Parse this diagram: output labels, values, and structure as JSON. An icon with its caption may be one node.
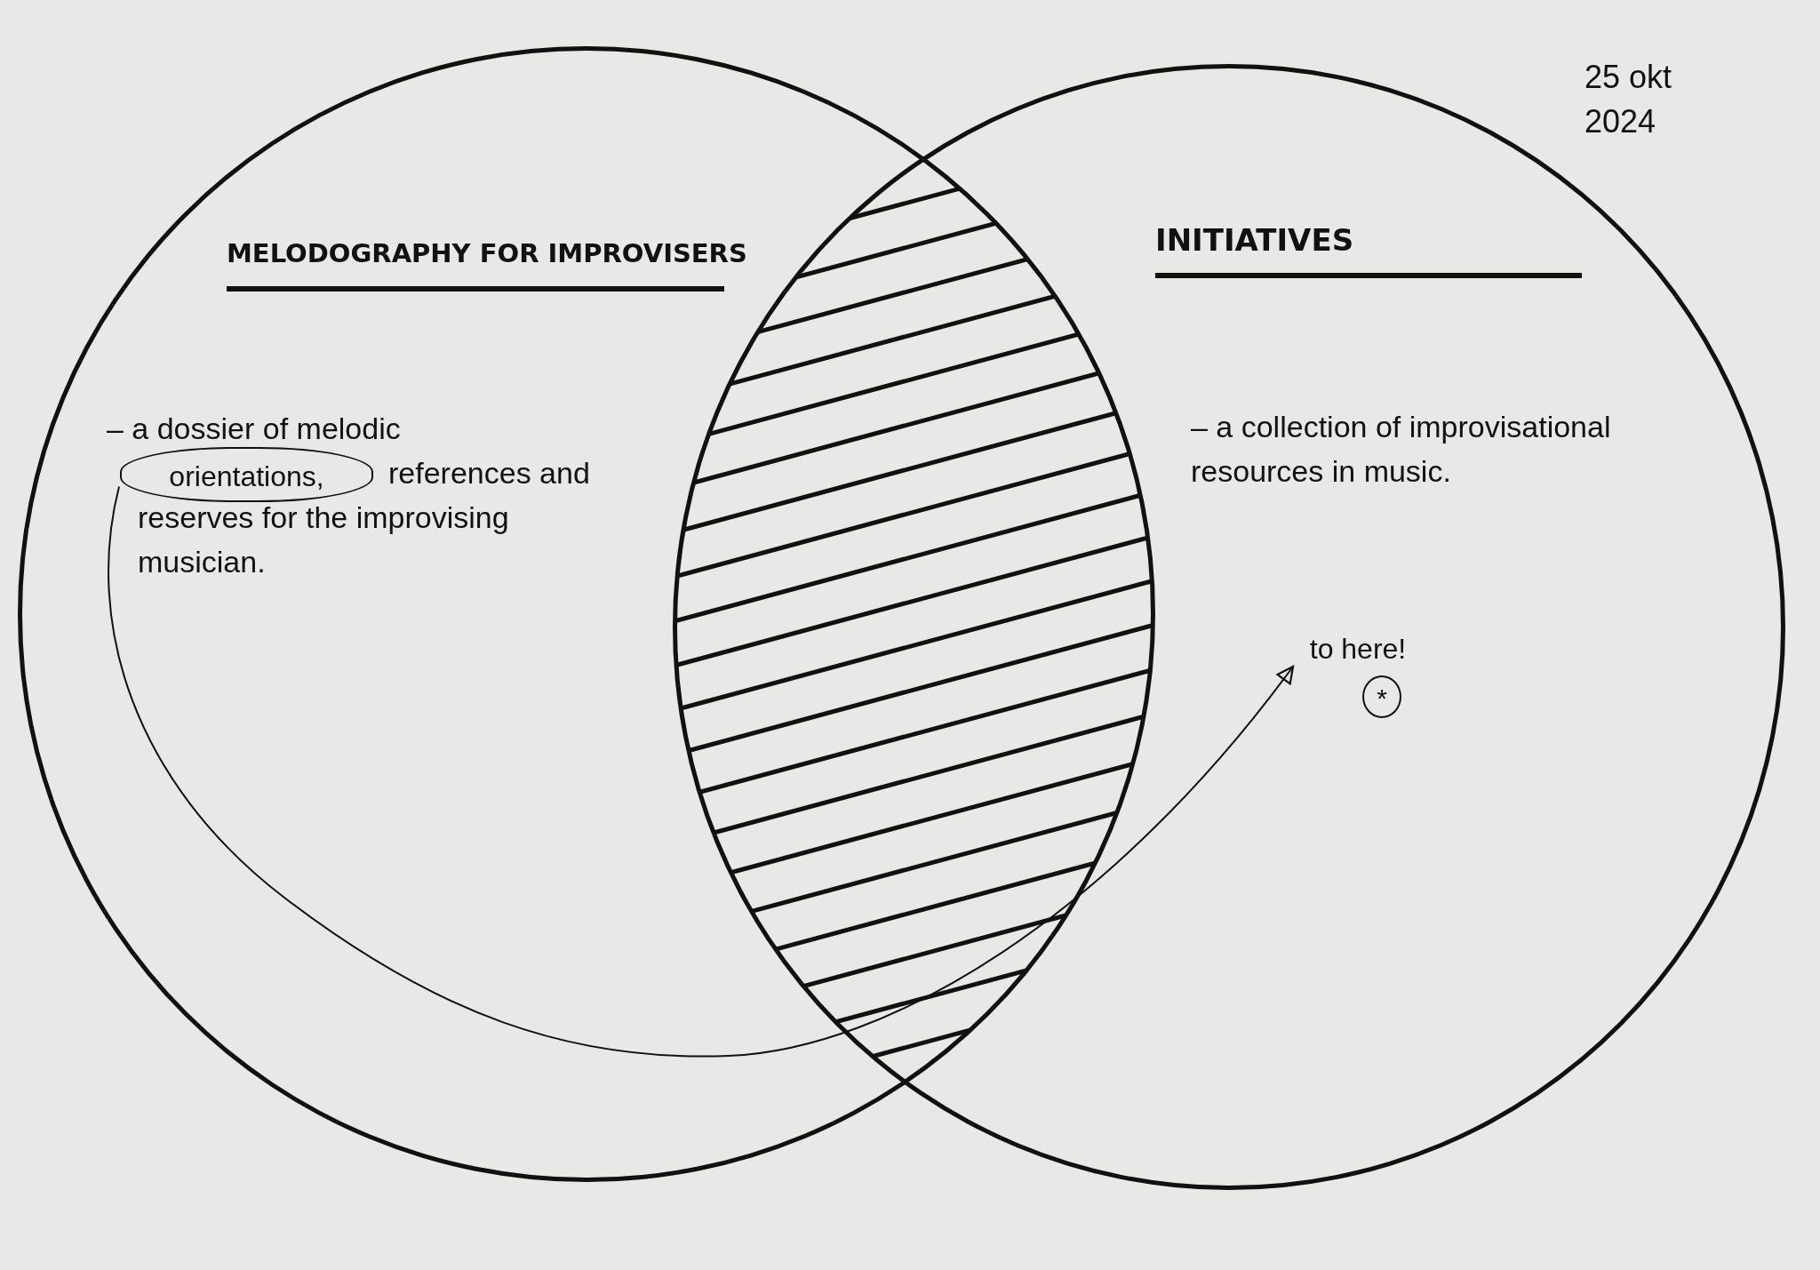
{
  "diagram": {
    "nodes": [
      {
        "text": [
          "MELODOGRAPHY FOR IMPROVISERS",
          "– a dossier of melodic",
          "references and reserves for the improvising musician."
        ]
      },
      {
        "text": [
          "orientations,"
        ],
        "in": 0
      },
      {
        "text": [
          "INITIATIVES",
          "– a collection of improvisational resources in music."
        ]
      },
      {
        "text": [
          "to here!"
        ],
        "in": 2
      },
      {
        "text": [
          "*"
        ],
        "in": 2
      }
    ],
    "edges": [
      {
        "from": 1,
        "to": 3,
        "arrow": "to"
      }
    ],
    "labels": [
      "25 okt 2024"
    ]
  }
}
